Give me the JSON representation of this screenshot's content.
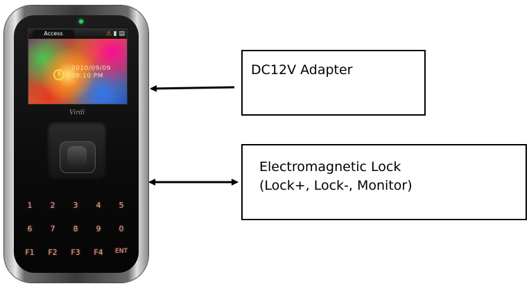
{
  "device": {
    "screen_tab": "Access",
    "date": "2010/09/09",
    "time": "09:10 PM",
    "brand": "Virdi",
    "keypad_rows": [
      [
        "1",
        "2",
        "3",
        "4",
        "5"
      ],
      [
        "6",
        "7",
        "8",
        "9",
        "0"
      ],
      [
        "F1",
        "F2",
        "F3",
        "F4",
        "ENT"
      ]
    ]
  },
  "labels": {
    "adapter": "DC12V Adapter",
    "lock_line1": "Electromagnetic Lock",
    "lock_line2": "(Lock+, Lock-, Monitor)"
  },
  "colors": {
    "status_led": "#2bd05a",
    "key_text": "#e9a79a",
    "screen_text": "#f2e3a8",
    "warning_icon": "#f0a020"
  },
  "icons": [
    "warning-icon",
    "card-icon",
    "network-icon",
    "clock-icon",
    "fingerprint-sensor"
  ]
}
